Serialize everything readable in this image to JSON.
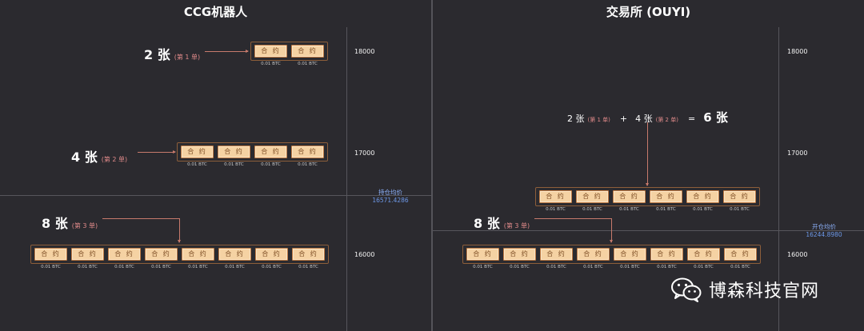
{
  "left": {
    "title": "CCG机器人",
    "prices": [
      "18000",
      "17000",
      "16000"
    ],
    "avg_label": "持仓均价",
    "avg_value": "16571.4286",
    "orders": [
      {
        "count": "2 张",
        "note": "(第 1 单)",
        "contracts": 2
      },
      {
        "count": "4 张",
        "note": "(第 2 单)",
        "contracts": 4
      },
      {
        "count": "8 张",
        "note": "(第 3 单)",
        "contracts": 8
      }
    ]
  },
  "right": {
    "title": "交易所 (OUYI)",
    "prices": [
      "18000",
      "17000",
      "16000"
    ],
    "avg_label": "开仓均价",
    "avg_value": "16244.8980",
    "formula": {
      "a_count": "2 张",
      "a_note": "(第 1 单)",
      "plus": "+",
      "b_count": "4 张",
      "b_note": "(第 2 单)",
      "equals": "=",
      "result": "6 张"
    },
    "orders": [
      {
        "contracts": 6
      },
      {
        "count": "8 张",
        "note": "(第 3 单)",
        "contracts": 8
      }
    ]
  },
  "contract_label": "合 约",
  "contract_size": "0.01 BTC",
  "watermark": {
    "icon": "wechat-icon",
    "text": "博森科技官网"
  }
}
